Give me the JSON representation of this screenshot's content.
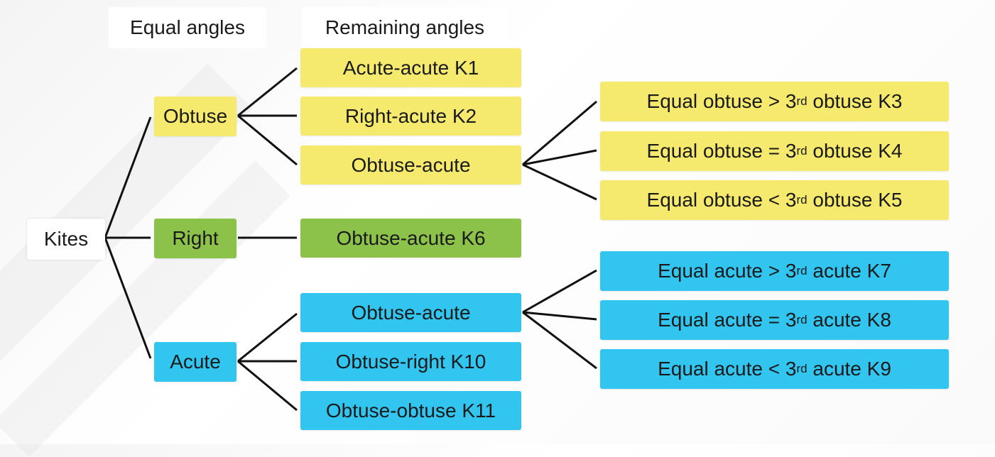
{
  "headers": {
    "equal_angles": "Equal angles",
    "remaining_angles": "Remaining angles"
  },
  "root": "Kites",
  "level1": {
    "obtuse": "Obtuse",
    "right": "Right",
    "acute": "Acute"
  },
  "level2": {
    "acute_acute_k1": "Acute-acute K1",
    "right_acute_k2": "Right-acute K2",
    "obtuse_acute_top": "Obtuse-acute",
    "obtuse_acute_k6": "Obtuse-acute K6",
    "obtuse_acute_bottom": "Obtuse-acute",
    "obtuse_right_k10": "Obtuse-right K10",
    "obtuse_obtuse_k11": "Obtuse-obtuse K11"
  },
  "level3": {
    "k3": {
      "prefix": "Equal obtuse > 3",
      "sup": "rd",
      "suffix": " obtuse K3"
    },
    "k4": {
      "prefix": "Equal obtuse = 3",
      "sup": "rd",
      "suffix": " obtuse K4"
    },
    "k5": {
      "prefix": "Equal obtuse < 3",
      "sup": "rd",
      "suffix": " obtuse K5"
    },
    "k7": {
      "prefix": "Equal acute > 3",
      "sup": "rd",
      "suffix": " acute K7"
    },
    "k8": {
      "prefix": "Equal acute = 3",
      "sup": "rd",
      "suffix": " acute K8"
    },
    "k9": {
      "prefix": "Equal acute < 3",
      "sup": "rd",
      "suffix": " acute K9"
    }
  },
  "colors": {
    "obtuse_branch": "#f5ea6d",
    "right_branch": "#8dc24a",
    "acute_branch": "#31c5f0",
    "connector": "#111111"
  }
}
